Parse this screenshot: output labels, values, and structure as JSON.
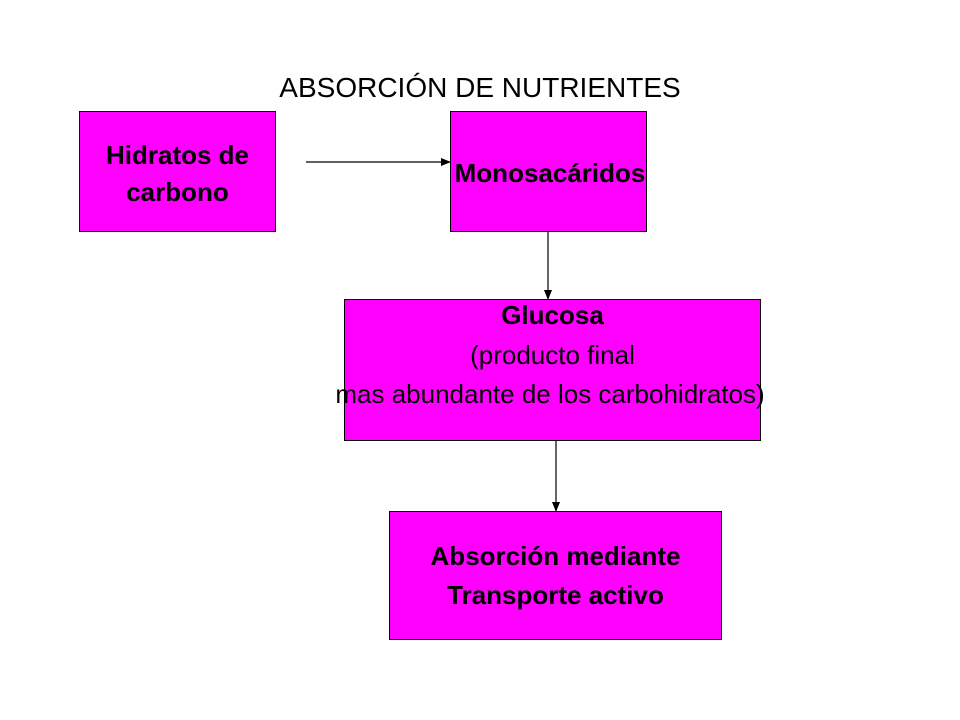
{
  "title": "ABSORCIÓN DE NUTRIENTES",
  "colors": {
    "box_fill": "#ff00ff",
    "outline": "#000000",
    "background": "#ffffff"
  },
  "nodes": {
    "hidratos": {
      "line1": "Hidratos de",
      "line2": "carbono"
    },
    "monosacaridos": {
      "text": "Monosacáridos"
    },
    "glucosa": {
      "line1": "Glucosa",
      "line2": "(producto final",
      "line3": "mas abundante de los carbohidratos)"
    },
    "absorcion": {
      "line1": "Absorción mediante",
      "line2": "Transporte activo"
    }
  }
}
